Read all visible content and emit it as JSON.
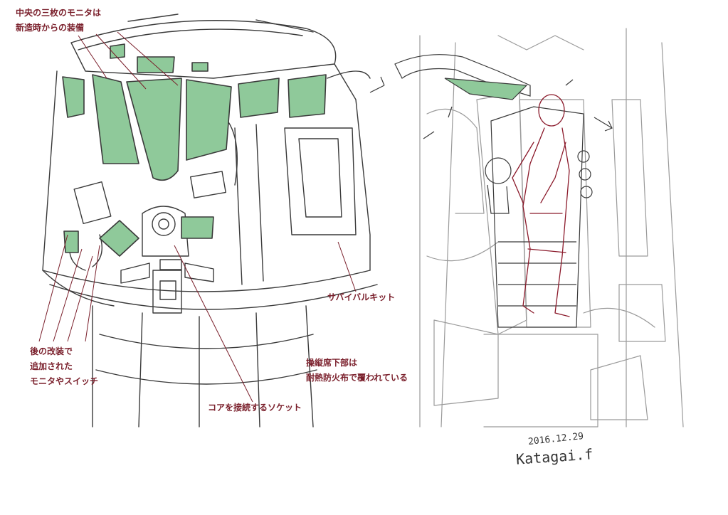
{
  "annotations": {
    "monitors": "中央の三枚のモニタは\n新造時からの装備",
    "survival_kit": "サバイバルキット",
    "added_parts": "後の改装で\n追加された\nモニタやスイッチ",
    "seat_bottom": "操縦席下部は\n耐熱防火布で覆われている",
    "core_socket": "コアを接続するソケット"
  },
  "signature": {
    "date": "2016.12.29",
    "artist": "Katagai.f"
  },
  "colors": {
    "screen_fill": "#8fc99a",
    "line": "#3a3a3a",
    "pilot_line": "#8b1a2b",
    "annotation": "#7a1f2b"
  }
}
